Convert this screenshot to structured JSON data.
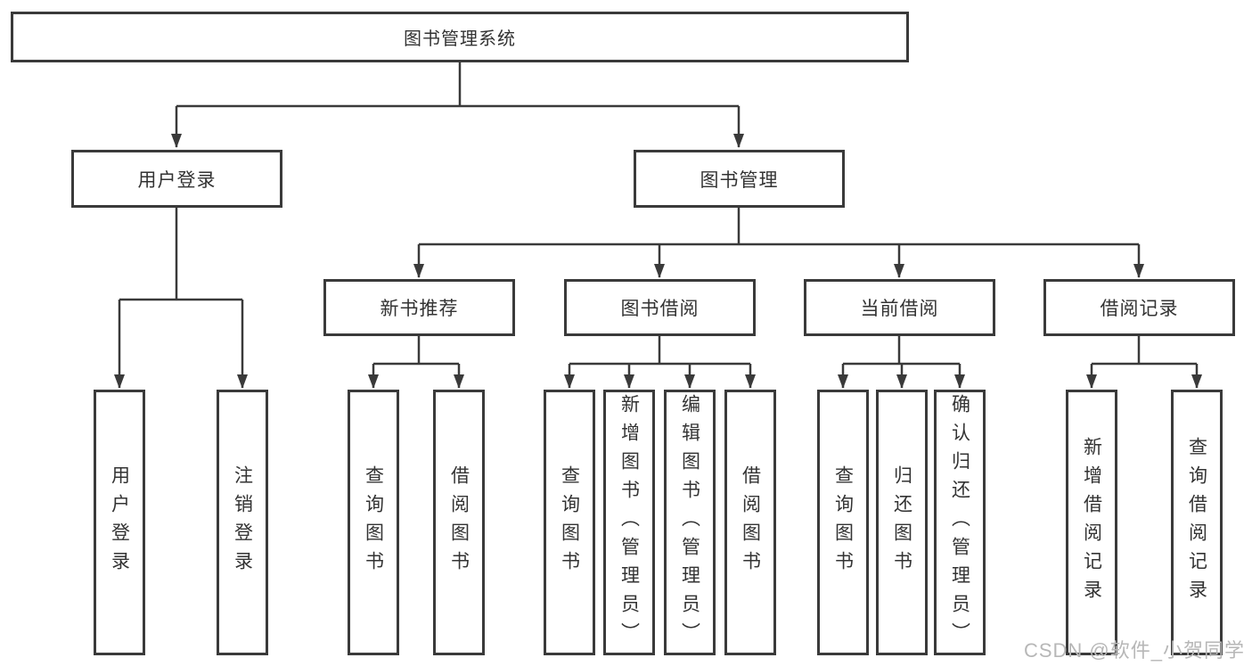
{
  "root": {
    "label": "图书管理系统"
  },
  "user_login": {
    "label": "用户登录",
    "leaves": [
      "用户登录",
      "注销登录"
    ]
  },
  "book_management": {
    "label": "图书管理",
    "children": {
      "new_books": {
        "label": "新书推荐",
        "leaves": [
          "查询图书",
          "借阅图书"
        ]
      },
      "book_borrow": {
        "label": "图书借阅",
        "leaves": [
          "查询图书",
          "新增图书（管理员）",
          "编辑图书（管理员）",
          "借阅图书"
        ]
      },
      "current_borrow": {
        "label": "当前借阅",
        "leaves": [
          "查询图书",
          "归还图书",
          "确认归还（管理员）"
        ]
      },
      "borrow_records": {
        "label": "借阅记录",
        "leaves": [
          "新增借阅记录",
          "查询借阅记录"
        ]
      }
    }
  },
  "watermark": "CSDN @软件_小贺同学",
  "colors": {
    "line": "#3a3a3a",
    "text": "#333333",
    "box_fill": "#ffffff",
    "watermark": "#b7b7b7"
  }
}
